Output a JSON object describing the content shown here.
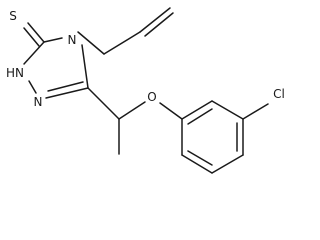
{
  "molecule": {
    "atoms": {
      "thione_s": "S",
      "ring_nh": "HN",
      "ring_n4": "N",
      "ring_n2": "N",
      "ether_o": "O",
      "chloro": "Cl"
    },
    "colors": {
      "bond": "#1a1a1a",
      "background": "#ffffff"
    }
  }
}
